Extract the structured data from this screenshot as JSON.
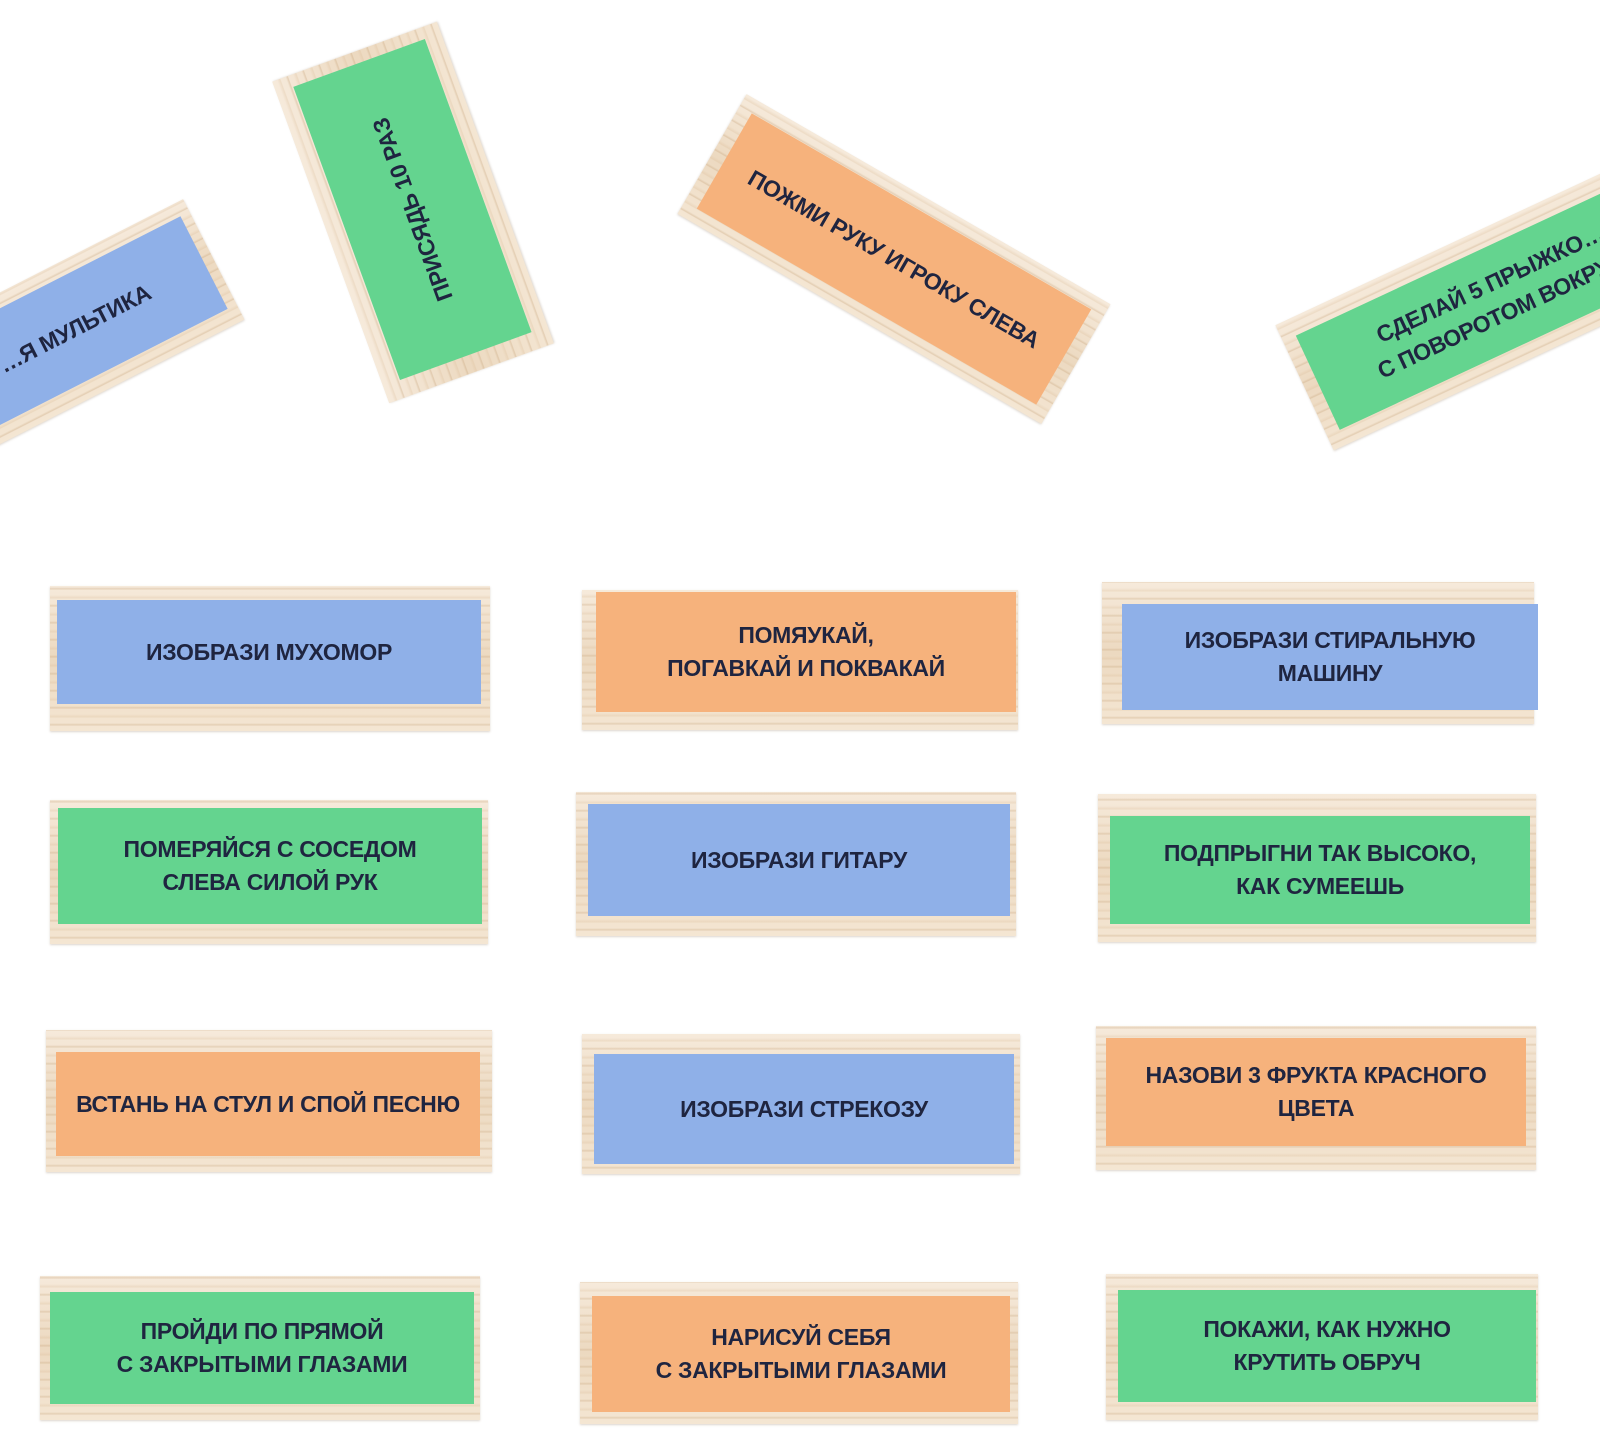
{
  "colors": {
    "blue": "#8fb0e8",
    "green": "#64d48f",
    "orange": "#f6b27c",
    "text": "#1f2540",
    "wood": "#f1e3cf"
  },
  "scattered": [
    {
      "id": "s1",
      "text": "…Я МУЛЬТИКА",
      "color": "blue"
    },
    {
      "id": "s2",
      "text": "ПРИСЯДЬ 10 РАЗ",
      "color": "green"
    },
    {
      "id": "s3",
      "text": "ПОЖМИ РУКУ ИГРОКУ СЛЕВА",
      "color": "orange"
    },
    {
      "id": "s4",
      "text": "СДЕЛАЙ 5 ПРЫЖКО…\nС ПОВОРОТОМ ВОКРУ…",
      "color": "green"
    }
  ],
  "grid": [
    {
      "id": "g1",
      "text": "ИЗОБРАЗИ МУХОМОР",
      "color": "blue"
    },
    {
      "id": "g2",
      "text": "ПОМЯУКАЙ,\nПОГАВКАЙ И ПОКВАКАЙ",
      "color": "orange"
    },
    {
      "id": "g3",
      "text": "ИЗОБРАЗИ СТИРАЛЬНУЮ МАШИНУ",
      "color": "blue"
    },
    {
      "id": "g4",
      "text": "ПОМЕРЯЙСЯ С СОСЕДОМ\nСЛЕВА СИЛОЙ РУК",
      "color": "green"
    },
    {
      "id": "g5",
      "text": "ИЗОБРАЗИ ГИТАРУ",
      "color": "blue"
    },
    {
      "id": "g6",
      "text": "ПОДПРЫГНИ ТАК ВЫСОКО,\nКАК СУМЕЕШЬ",
      "color": "green"
    },
    {
      "id": "g7",
      "text": "ВСТАНЬ НА СТУЛ И СПОЙ ПЕСНЮ",
      "color": "orange"
    },
    {
      "id": "g8",
      "text": "ИЗОБРАЗИ СТРЕКОЗУ",
      "color": "blue"
    },
    {
      "id": "g9",
      "text": "НАЗОВИ 3 ФРУКТА КРАСНОГО ЦВЕТА",
      "color": "orange"
    },
    {
      "id": "g10",
      "text": "ПРОЙДИ ПО ПРЯМОЙ\nС ЗАКРЫТЫМИ ГЛАЗАМИ",
      "color": "green"
    },
    {
      "id": "g11",
      "text": "НАРИСУЙ СЕБЯ\nС ЗАКРЫТЫМИ ГЛАЗАМИ",
      "color": "orange"
    },
    {
      "id": "g12",
      "text": "ПОКАЖИ, КАК НУЖНО\nКРУТИТЬ ОБРУЧ",
      "color": "green"
    }
  ]
}
